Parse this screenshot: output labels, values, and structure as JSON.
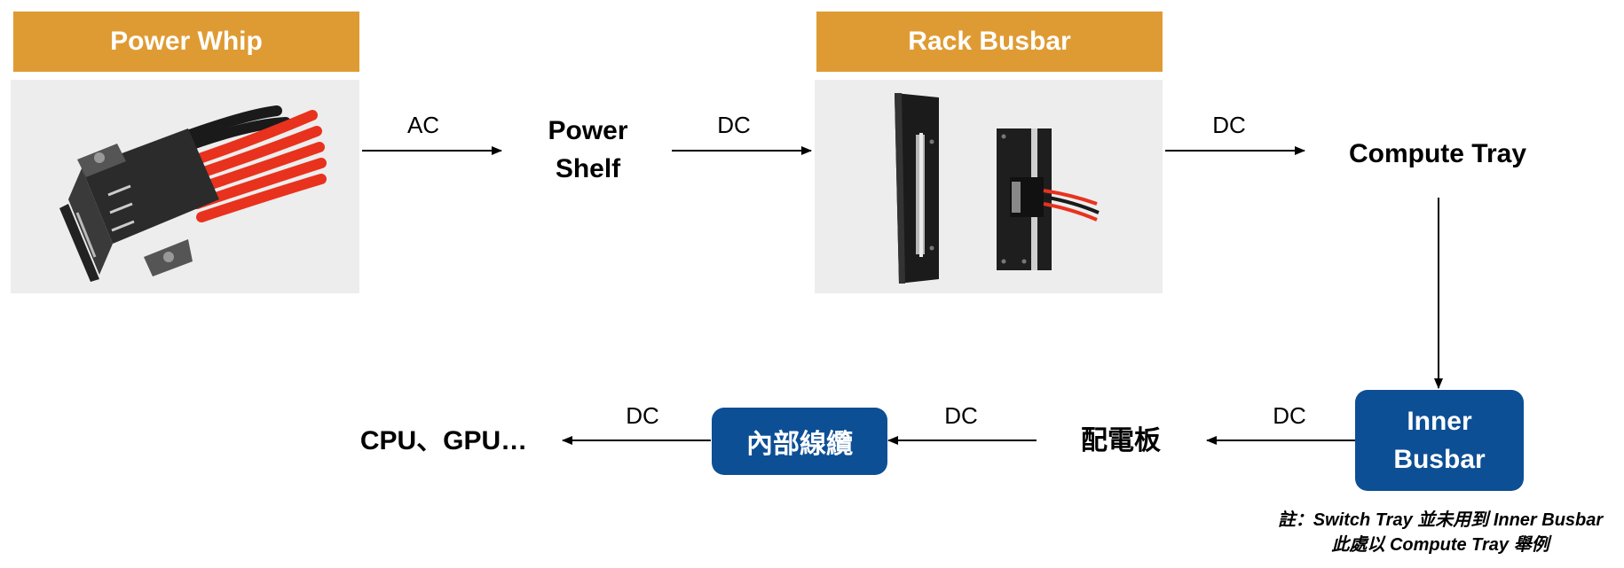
{
  "power_whip": {
    "title": "Power Whip",
    "image": "power-whip-connector-photo"
  },
  "rack_busbar": {
    "title": "Rack Busbar",
    "image": "rack-busbar-photo"
  },
  "nodes": {
    "power_shelf": "Power\nShelf",
    "compute_tray": "Compute Tray",
    "inner_busbar": "Inner\nBusbar",
    "distribution_board": "配電板",
    "internal_cable": "內部線纜",
    "cpu_gpu": "CPU、GPU…"
  },
  "edge_labels": {
    "whip_to_shelf": "AC",
    "shelf_to_busbar": "DC",
    "busbar_to_tray": "DC",
    "inner_to_board": "DC",
    "board_to_cable": "DC",
    "cable_to_cpu": "DC"
  },
  "note": {
    "line1": "註：Switch Tray 並未用到 Inner Busbar",
    "line2": "此處以 Compute Tray 舉例"
  },
  "colors": {
    "header": "#df9b33",
    "node_box": "#0d4f95",
    "photo_bg": "#ededed"
  }
}
